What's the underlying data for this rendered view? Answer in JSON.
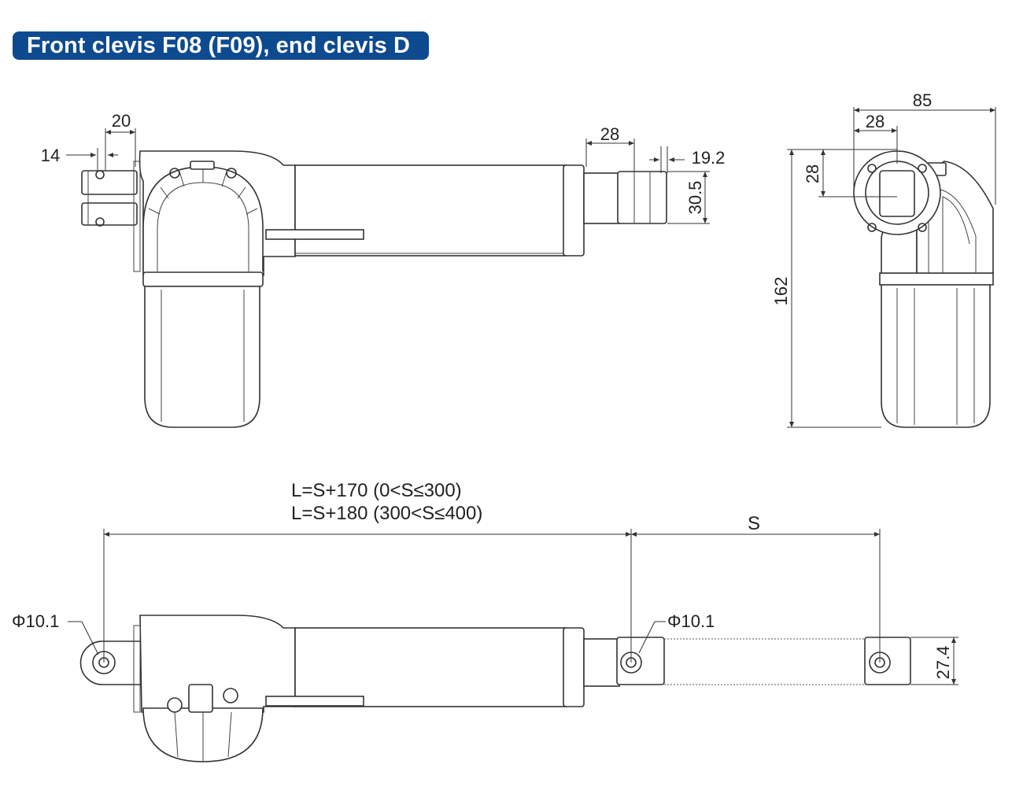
{
  "title": "Front clevis F08 (F09), end clevis D",
  "colors": {
    "title_bg": "#0e4a90",
    "title_text": "#ffffff",
    "line": "#333333"
  },
  "dimensions": {
    "d14": "14",
    "d20": "20",
    "d28_rod": "28",
    "d19_2": "19.2",
    "d30_5": "30.5",
    "d85": "85",
    "d28_side_h": "28",
    "d28_side_v": "28",
    "d162": "162",
    "formula1": "L=S+170 (0<S≤300)",
    "formula2": "L=S+180 (300<S≤400)",
    "stroke": "S",
    "phi_rear": "Φ10.1",
    "phi_front": "Φ10.1",
    "d27_4": "27.4"
  }
}
